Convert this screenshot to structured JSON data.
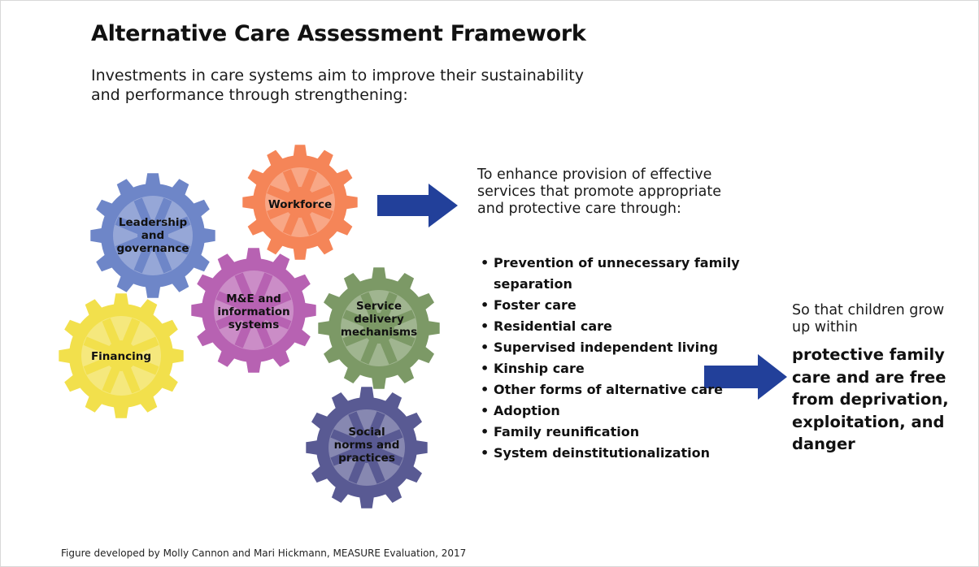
{
  "title": "Alternative Care Assessment Framework",
  "subtitle": "Investments in care systems aim to improve their sustainability and performance through strengthening:",
  "gears": [
    {
      "id": "leadership",
      "lines": [
        "Leadership",
        "and",
        "governance"
      ],
      "color": "#6e86c8"
    },
    {
      "id": "workforce",
      "lines": [
        "Workforce"
      ],
      "color": "#f58558"
    },
    {
      "id": "me",
      "lines": [
        "M&E and",
        "information",
        "systems"
      ],
      "color": "#b762b2"
    },
    {
      "id": "service",
      "lines": [
        "Service",
        "delivery",
        "mechanisms"
      ],
      "color": "#7c9966"
    },
    {
      "id": "financing",
      "lines": [
        "Financing"
      ],
      "color": "#f2e04c"
    },
    {
      "id": "social",
      "lines": [
        "Social",
        "norms and",
        "practices"
      ],
      "color": "#595a93"
    }
  ],
  "arrow_color": "#22409a",
  "intro": "To enhance provision of effective services that promote appropriate and protective care through:",
  "services": [
    "Prevention of unnecessary family separation",
    "Foster care",
    "Residential care",
    "Supervised independent living",
    "Kinship care",
    "Other forms of alternative care",
    "Adoption",
    "Family reunification",
    "System deinstitutionalization"
  ],
  "outcome": {
    "lead": "So that children grow up within",
    "bold": "protective family care and are free from deprivation, exploitation, and danger"
  },
  "caption": "Figure developed by Molly Cannon and Mari Hickmann, MEASURE Evaluation, 2017"
}
